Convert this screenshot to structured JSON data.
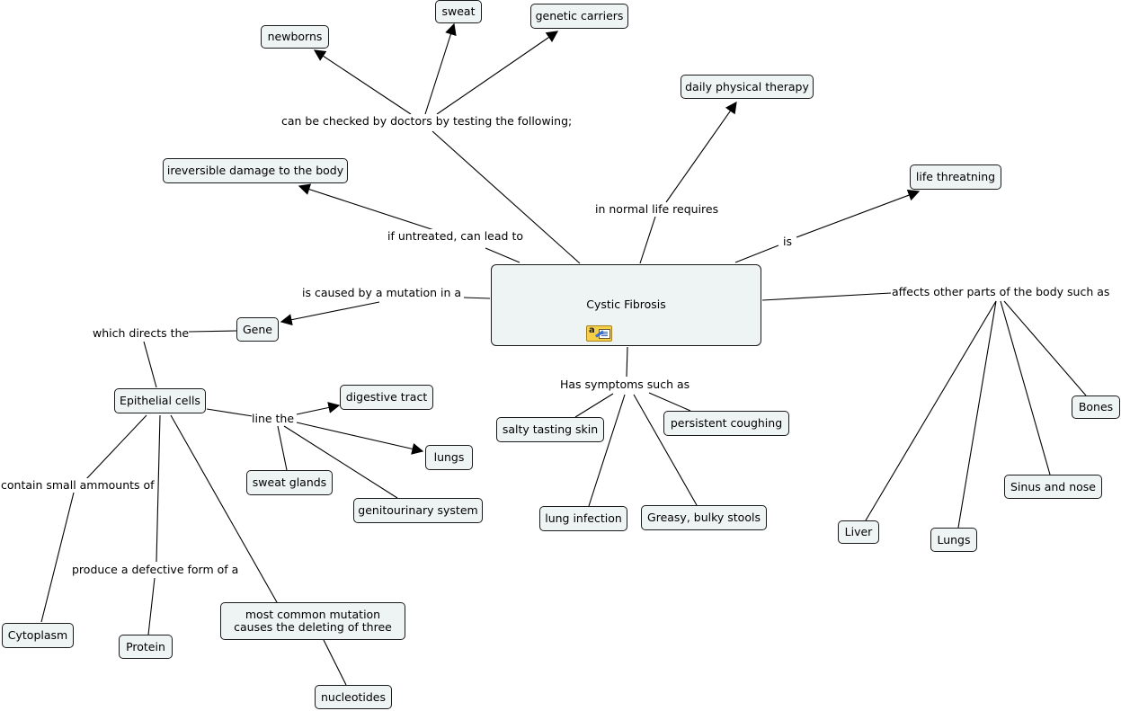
{
  "root": {
    "title": "Cystic Fibrosis",
    "resource_icon": "concept-map-resource-icon"
  },
  "nodes": {
    "newborns": "newborns",
    "sweat": "sweat",
    "genetic_carriers": "genetic carriers",
    "daily_physical_therapy": "daily physical therapy",
    "irreversible_damage": "ireversible damage to the body",
    "life_threatening": "life threatning",
    "gene": "Gene",
    "epithelial_cells": "Epithelial cells",
    "digestive_tract": "digestive tract",
    "lungs_small": "lungs",
    "sweat_glands": "sweat glands",
    "genitourinary_system": "genitourinary system",
    "salty_tasting_skin": "salty tasting skin",
    "persistent_coughing": "persistent coughing",
    "lung_infection": "lung infection",
    "greasy_bulky_stools": "Greasy, bulky stools",
    "bones": "Bones",
    "sinus_and_nose": "Sinus and nose",
    "liver": "Liver",
    "lungs_body": "Lungs",
    "cytoplasm": "Cytoplasm",
    "protein": "Protein",
    "most_common_mutation": "most common mutation causes the deleting of three",
    "nucleotides": "nucleotides"
  },
  "links": {
    "checked_by_doctors": "can be checked by doctors by testing the following;",
    "in_normal_life_requires": "in normal life requires",
    "if_untreated": "if untreated, can lead to",
    "is": "is",
    "caused_by_mutation": "is caused by a mutation in a",
    "affects_other_parts": "affects other parts of the body such as",
    "which_directs_the": "which directs the",
    "has_symptoms": "Has symptoms such as",
    "line_the": "line the",
    "contain_small_amounts": "contain small ammounts of",
    "produce_defective": "produce a defective form of a"
  }
}
